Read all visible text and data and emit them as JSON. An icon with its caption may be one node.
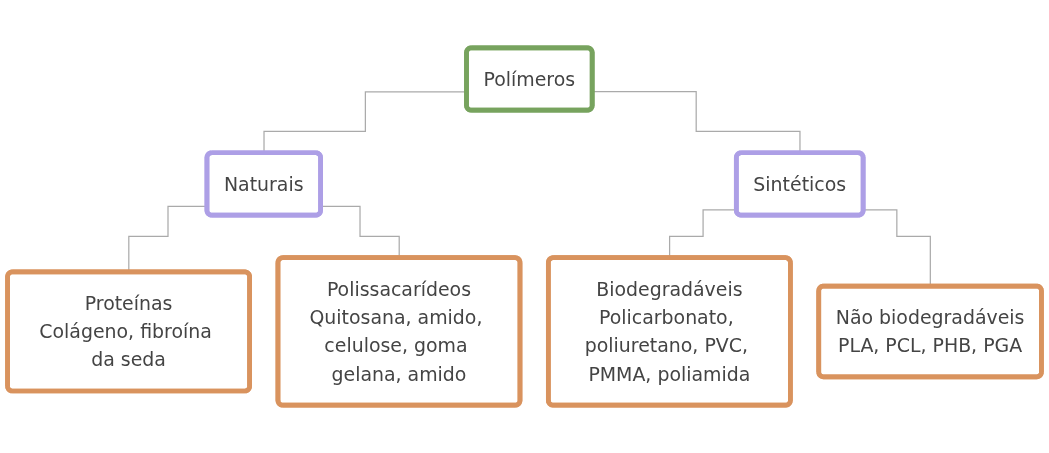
{
  "diagram": {
    "nodes": [
      {
        "text": [
          "Polímeros"
        ]
      },
      {
        "text": [
          "Naturais"
        ]
      },
      {
        "text": [
          "Sintéticos"
        ]
      },
      {
        "text": [
          "Proteínas",
          "Colágeno, fibroína da seda"
        ]
      },
      {
        "text": [
          "Polissacarídeos",
          "Quitosana, amido, celulose, goma gelana, amido"
        ]
      },
      {
        "text": [
          "Biodegradáveis",
          "Policarbonato, poliuretano, PVC, PMMA, poliamida"
        ]
      },
      {
        "text": [
          "Não biodegradáveis",
          "PLA, PCL, PHB, PGA"
        ]
      }
    ],
    "edges": [
      {
        "from": 0,
        "to": 1,
        "arrow": "none"
      },
      {
        "from": 0,
        "to": 2,
        "arrow": "none"
      },
      {
        "from": 1,
        "to": 3,
        "arrow": "none"
      },
      {
        "from": 1,
        "to": 4,
        "arrow": "none"
      },
      {
        "from": 2,
        "to": 5,
        "arrow": "none"
      },
      {
        "from": 2,
        "to": 6,
        "arrow": "none"
      }
    ]
  }
}
